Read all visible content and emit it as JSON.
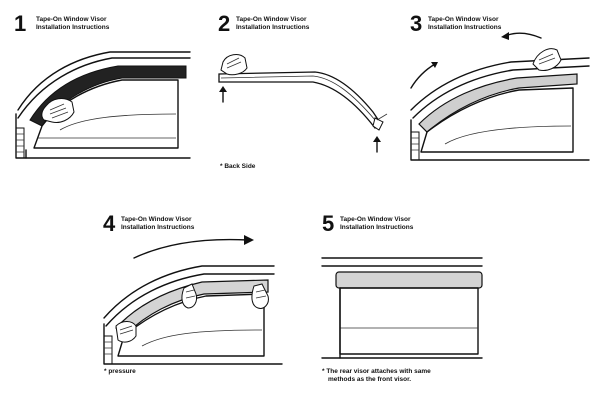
{
  "steps": [
    {
      "number": "1",
      "title_line1": "Tape-On Window Visor",
      "title_line2": "Installation Instructions"
    },
    {
      "number": "2",
      "title_line1": "Tape-On Window Visor",
      "title_line2": "Installation Instructions",
      "note": "* Back Side"
    },
    {
      "number": "3",
      "title_line1": "Tape-On Window Visor",
      "title_line2": "Installation Instructions"
    },
    {
      "number": "4",
      "title_line1": "Tape-On Window Visor",
      "title_line2": "Installation Instructions",
      "note": "* pressure"
    },
    {
      "number": "5",
      "title_line1": "Tape-On Window Visor",
      "title_line2": "Installation Instructions",
      "note_line1": "* The rear visor attaches with same",
      "note_line2": "methods as the front visor."
    }
  ],
  "icons": {
    "hand": "hand-icon",
    "arrow": "arrow-icon"
  }
}
